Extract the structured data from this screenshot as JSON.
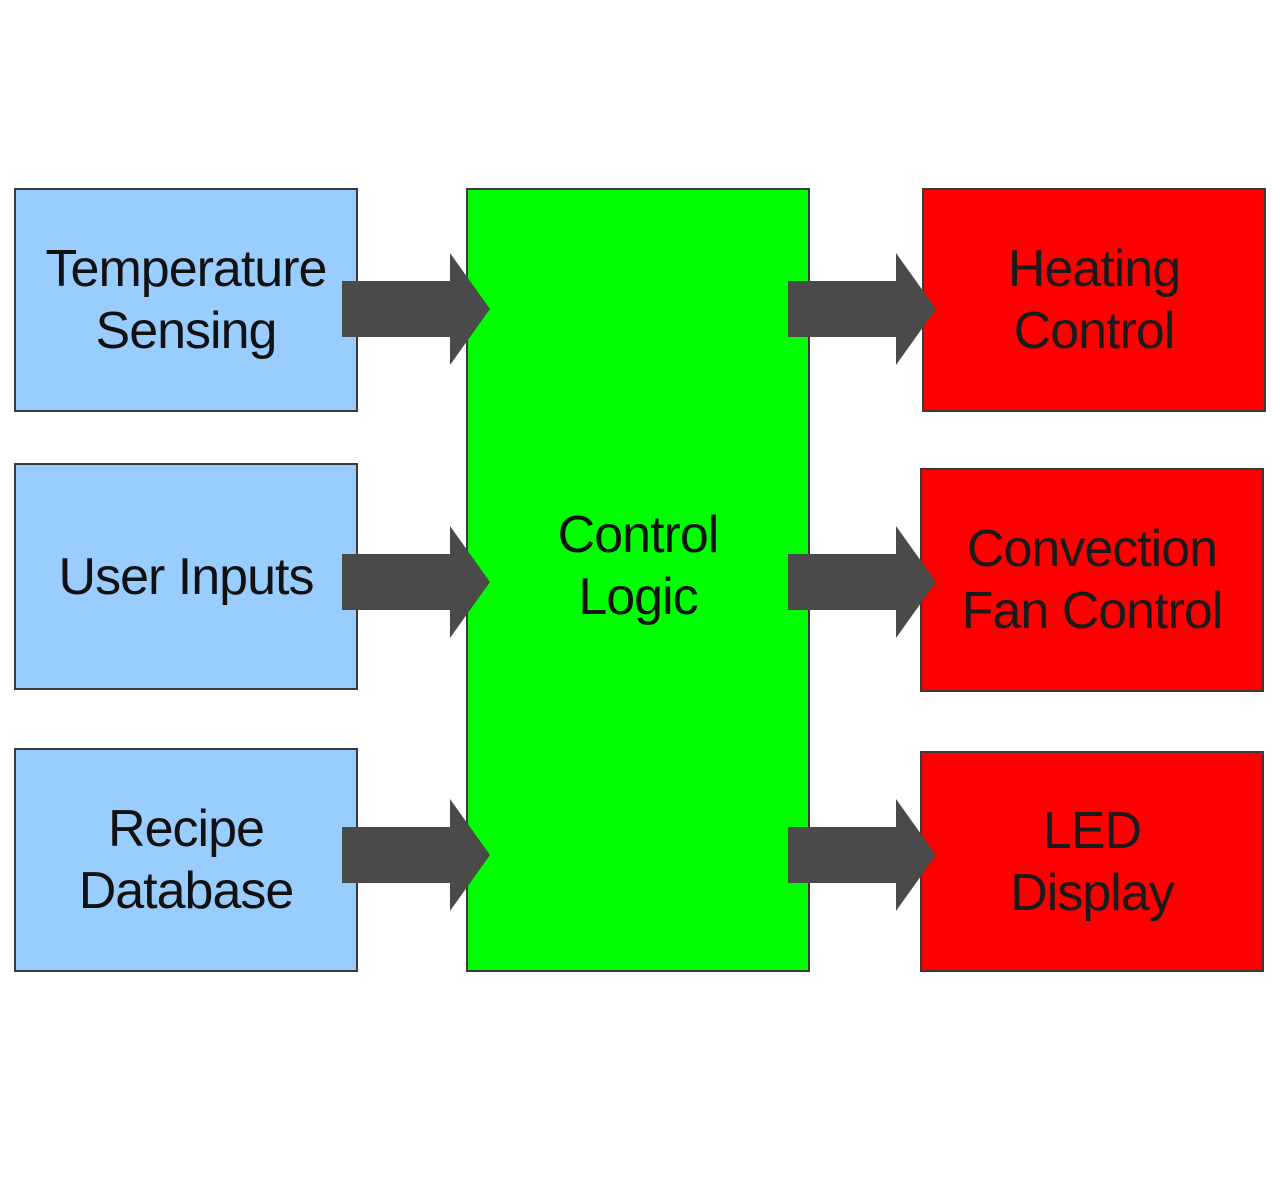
{
  "diagram": {
    "inputs": [
      {
        "id": "temperature-sensing",
        "label": "Temperature\nSensing"
      },
      {
        "id": "user-inputs",
        "label": "User Inputs"
      },
      {
        "id": "recipe-database",
        "label": "Recipe\nDatabase"
      }
    ],
    "center": {
      "id": "control-logic",
      "label": "Control\nLogic"
    },
    "outputs": [
      {
        "id": "heating-control",
        "label": "Heating\nControl"
      },
      {
        "id": "convection-fan-control",
        "label": "Convection\nFan Control"
      },
      {
        "id": "led-display",
        "label": "LED\nDisplay"
      }
    ],
    "edges": [
      {
        "from": "temperature-sensing",
        "to": "control-logic"
      },
      {
        "from": "user-inputs",
        "to": "control-logic"
      },
      {
        "from": "recipe-database",
        "to": "control-logic"
      },
      {
        "from": "control-logic",
        "to": "heating-control"
      },
      {
        "from": "control-logic",
        "to": "convection-fan-control"
      },
      {
        "from": "control-logic",
        "to": "led-display"
      }
    ]
  },
  "colors": {
    "input_fill": "#99ccff",
    "center_fill": "#00ff00",
    "output_fill": "#ff0000",
    "arrow_fill": "#4a4a4a",
    "border": "#3a3a3a"
  }
}
